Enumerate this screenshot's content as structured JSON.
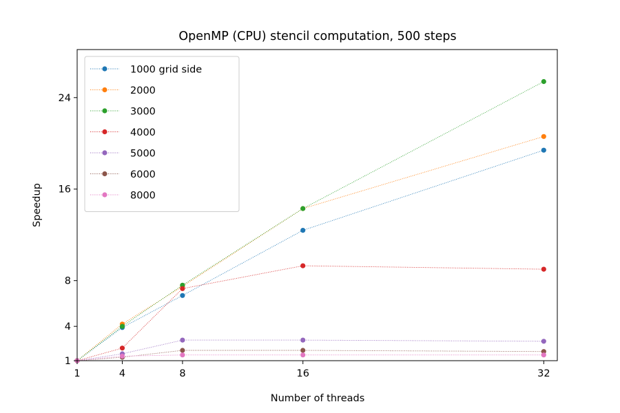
{
  "chart_data": {
    "type": "line",
    "title": "OpenMP (CPU) stencil computation, 500 steps",
    "xlabel": "Number of threads",
    "ylabel": "Speedup",
    "x": [
      1,
      4,
      8,
      16,
      32
    ],
    "xticks": [
      1,
      4,
      8,
      16,
      32
    ],
    "yticks": [
      1,
      4,
      8,
      16,
      24
    ],
    "xlim": [
      1,
      32.9
    ],
    "ylim": [
      1,
      28.2
    ],
    "grid": false,
    "line_style": "dotted",
    "legend_position": "upper-left",
    "series": [
      {
        "name": "1000 grid side",
        "color": "#1f77b4",
        "values": [
          1,
          3.9,
          6.7,
          12.4,
          19.4
        ]
      },
      {
        "name": "2000",
        "color": "#ff7f0e",
        "values": [
          1,
          4.2,
          7.5,
          14.3,
          20.6
        ]
      },
      {
        "name": "3000",
        "color": "#2ca02c",
        "values": [
          1,
          4.0,
          7.6,
          14.3,
          25.4
        ]
      },
      {
        "name": "4000",
        "color": "#d62728",
        "values": [
          1,
          2.1,
          7.3,
          9.3,
          9.0
        ]
      },
      {
        "name": "5000",
        "color": "#9467bd",
        "values": [
          1,
          1.6,
          2.8,
          2.8,
          2.7
        ]
      },
      {
        "name": "6000",
        "color": "#8c564b",
        "values": [
          1,
          1.3,
          1.9,
          1.9,
          1.8
        ]
      },
      {
        "name": "8000",
        "color": "#e377c2",
        "values": [
          1,
          1.4,
          1.5,
          1.5,
          1.5
        ]
      }
    ]
  }
}
